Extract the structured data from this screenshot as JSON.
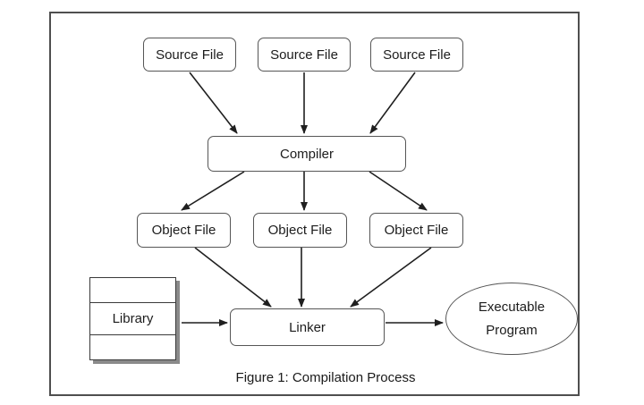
{
  "figure": {
    "caption": "Figure 1: Compilation Process",
    "nodes": {
      "source_files": [
        "Source File",
        "Source File",
        "Source File"
      ],
      "compiler": "Compiler",
      "object_files": [
        "Object File",
        "Object File",
        "Object File"
      ],
      "library": "Library",
      "linker": "Linker",
      "executable": [
        "Executable",
        "Program"
      ]
    },
    "colors": {
      "frame_border": "#4f4f4f",
      "node_border": "#565656",
      "arrow": "#1f1f1f",
      "library_shadow": "#8a8a8a",
      "text": "#1c1c1c"
    }
  }
}
